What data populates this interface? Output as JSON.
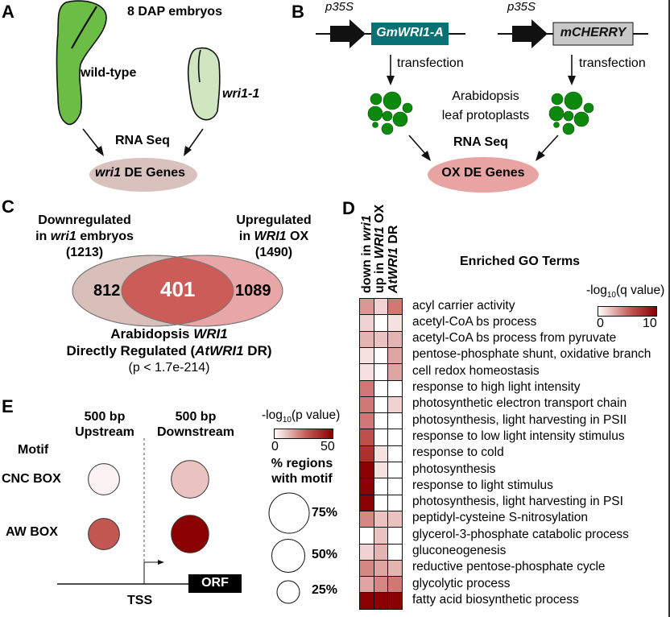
{
  "panelA": {
    "letter": "A",
    "title": "8 DAP embryos",
    "wildtype_label": "wild-type",
    "mutant_label": "wri1-1",
    "method": "RNA Seq",
    "result_italic": "wri1",
    "result_rest": " DE Genes",
    "colors": {
      "wildtype": "#6cbd45",
      "mutant": "#cfe6c0",
      "result": "#d9c2bd"
    }
  },
  "panelB": {
    "letter": "B",
    "promoter1": "p35S",
    "gene1": "GmWRI1-A",
    "promoter2": "p35S",
    "gene2": "mCHERRY",
    "transfection1": "transfection",
    "transfection2": "transfection",
    "cells_line1": "Arabidopsis",
    "cells_line2": "leaf protoplasts",
    "method": "RNA Seq",
    "result": "OX DE Genes",
    "colors": {
      "gene1_box": "#087174",
      "gene2_box": "#c8c8c8",
      "protoplast": "#0d8a0d",
      "result": "#e8a3a3"
    }
  },
  "panelC": {
    "letter": "C",
    "left_title_1": "Downregulated",
    "left_title_2a": "in ",
    "left_title_2i": "wri1",
    "left_title_2b": " embryos",
    "left_count": "(1213)",
    "right_title_1": "Upregulated",
    "right_title_2a": "in ",
    "right_title_2i": "WRI1",
    "right_title_2b": " OX",
    "right_count": "(1490)",
    "left_only": "812",
    "overlap": "401",
    "right_only": "1089",
    "caption_1a": "Arabidopsis ",
    "caption_1i": "WRI1",
    "caption_2a": "Directly Regulated (",
    "caption_2i": "AtWRI1",
    "caption_2b": " DR)",
    "caption_3": "(p < 1.7e-214)",
    "colors": {
      "left": "#d9bfba",
      "right": "#e8a6a6",
      "overlap": "#cc5c58"
    }
  },
  "panelD": {
    "letter": "D",
    "title": "Enriched GO Terms",
    "columns": [
      {
        "pre": "down in ",
        "ital": "wri1",
        "post": ""
      },
      {
        "pre": "up in ",
        "ital": "WRI1",
        "post": " OX"
      },
      {
        "pre": "",
        "ital": "AtWRI1",
        "post": " DR"
      }
    ],
    "legend_label_pre": "-log",
    "legend_label_sub": "10",
    "legend_label_post": "(q value)",
    "legend_min": "0",
    "legend_max": "10"
  },
  "chart_data": [
    {
      "type": "heatmap",
      "title": "Enriched GO Terms",
      "columns": [
        "down in wri1",
        "up in WRI1 OX",
        "AtWRI1 DR"
      ],
      "rows": [
        "acyl carrier activity",
        "acetyl-CoA bs process",
        "acetyl-CoA bs process from pyruvate",
        "pentose-phosphate shunt, oxidative branch",
        "cell redox homeostasis",
        "response to high light intensity",
        "photosynthetic electron transport chain",
        "photosynthesis, light harvesting in PSII",
        "response to low light intensity stimulus",
        "response to cold",
        "photosynthesis",
        "response to light stimulus",
        "photosynthesis, light harvesting in PSI",
        "peptidyl-cysteine S-nitrosylation",
        "glycerol-3-phosphate catabolic process",
        "gluconeogenesis",
        "reductive pentose-phosphate cycle",
        "glycolytic process",
        "fatty acid biosynthetic process"
      ],
      "values": [
        [
          3.5,
          1.5,
          4.5
        ],
        [
          1.5,
          0,
          1
        ],
        [
          2.5,
          2,
          2.5
        ],
        [
          1,
          0,
          3
        ],
        [
          1,
          0,
          3
        ],
        [
          4.5,
          0,
          0
        ],
        [
          4.5,
          0,
          1.5
        ],
        [
          4.5,
          0,
          0
        ],
        [
          6,
          0,
          0
        ],
        [
          7.5,
          1,
          0
        ],
        [
          10,
          1,
          0
        ],
        [
          10,
          0,
          0
        ],
        [
          10,
          0,
          0
        ],
        [
          4,
          2,
          2
        ],
        [
          0,
          2,
          0
        ],
        [
          1.5,
          2.5,
          0
        ],
        [
          4,
          3,
          2.5
        ],
        [
          3,
          4,
          4.5
        ],
        [
          10,
          10,
          10
        ]
      ],
      "color_scale": {
        "label": "-log10(q value)",
        "min": 0,
        "max": 10,
        "low_color": "#ffffff",
        "high_color": "#8b0000"
      }
    },
    {
      "type": "scatter",
      "title": "Motif enrichment",
      "columns": [
        "500 bp Upstream",
        "500 bp Downstream"
      ],
      "rows": [
        "CNC BOX",
        "AW BOX"
      ],
      "neg_log10_p": [
        [
          2,
          10
        ],
        [
          28,
          50
        ]
      ],
      "percent_regions": [
        [
          45,
          65
        ],
        [
          45,
          65
        ]
      ],
      "color_scale": {
        "label": "-log10(p value)",
        "min": 0,
        "max": 50
      },
      "size_legend": {
        "label": "% regions with motif",
        "values": [
          75,
          50,
          25
        ]
      }
    }
  ],
  "panelE": {
    "letter": "E",
    "col1_line1": "500 bp",
    "col1_line2": "Upstream",
    "col2_line1": "500 bp",
    "col2_line2": "Downstream",
    "motif_header": "Motif",
    "rows": [
      "CNC BOX",
      "AW BOX"
    ],
    "legend_label_pre": "-log",
    "legend_label_sub": "10",
    "legend_label_post": "(p value)",
    "legend_min": "0",
    "legend_max": "50",
    "size_title_1": "% regions",
    "size_title_2": "with motif",
    "size_labels": [
      "75%",
      "50%",
      "25%"
    ],
    "tss": "TSS",
    "orf": "ORF"
  }
}
